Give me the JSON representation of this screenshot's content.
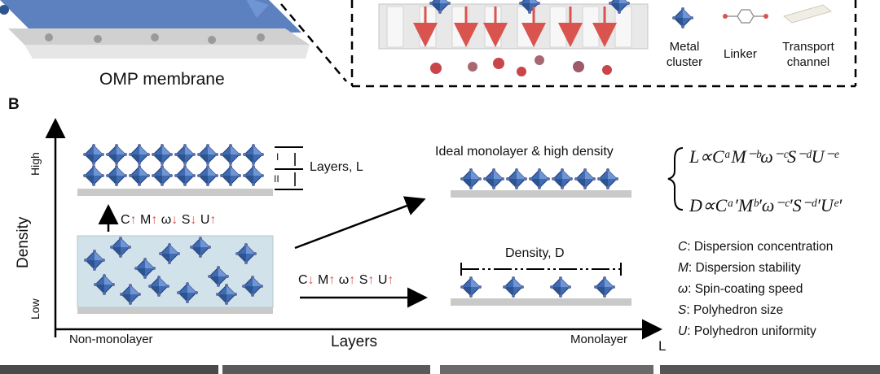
{
  "panel_a": {
    "membrane_label": "OMP membrane",
    "legend": {
      "metal_cluster": "Metal cluster",
      "linker": "Linker",
      "transport_channel": "Transport channel"
    }
  },
  "panel_b": {
    "panel_letter": "B",
    "axes": {
      "y_label": "Density",
      "x_label": "Layers",
      "y_high": "High",
      "y_low": "Low",
      "x_left": "Non-monolayer",
      "x_right": "Monolayer",
      "x_axis_symbol": "L"
    },
    "layers_label": "Layers, L",
    "layer_marks": [
      "I",
      "II"
    ],
    "ideal_label": "Ideal monolayer & high density",
    "density_label": "Density, D",
    "vertical_trend": "C↑ M↑ ω↓ S↓ U↑",
    "horizontal_trend": "C↓ M↑ ω↑ S↑ U↑",
    "equations": {
      "L": "L∝CᵃM⁻ᵇω⁻ᶜS⁻ᵈU⁻ᵉ",
      "D": "D∝Cᵃ′Mᵇ′ω⁻ᶜ′S⁻ᵈ′Uᵉ′"
    },
    "definitions": [
      {
        "symbol": "C",
        "text": ": Dispersion concentration"
      },
      {
        "symbol": "M",
        "text": ": Dispersion stability"
      },
      {
        "symbol": "ω",
        "text": ": Spin-coating speed"
      },
      {
        "symbol": "S",
        "text": ": Polyhedron size"
      },
      {
        "symbol": "U",
        "text": ": Polyhedron uniformity"
      }
    ]
  },
  "colors": {
    "cluster_blue": "#3f6bb3",
    "arrow_red": "#d9534f",
    "substrate_gray": "#c9c9c9"
  }
}
